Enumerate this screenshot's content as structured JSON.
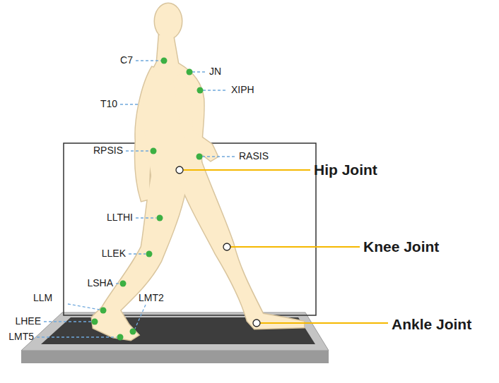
{
  "diagram": {
    "labels": [
      "C7",
      "JN",
      "XIPH",
      "T10",
      "RPSIS",
      "RASIS",
      "Hip Joint",
      "LLTHI",
      "Knee Joint",
      "LLEK",
      "LSHA",
      "LLM",
      "LMT2",
      "LHEE",
      "Ankle Joint",
      "LMT5"
    ]
  }
}
